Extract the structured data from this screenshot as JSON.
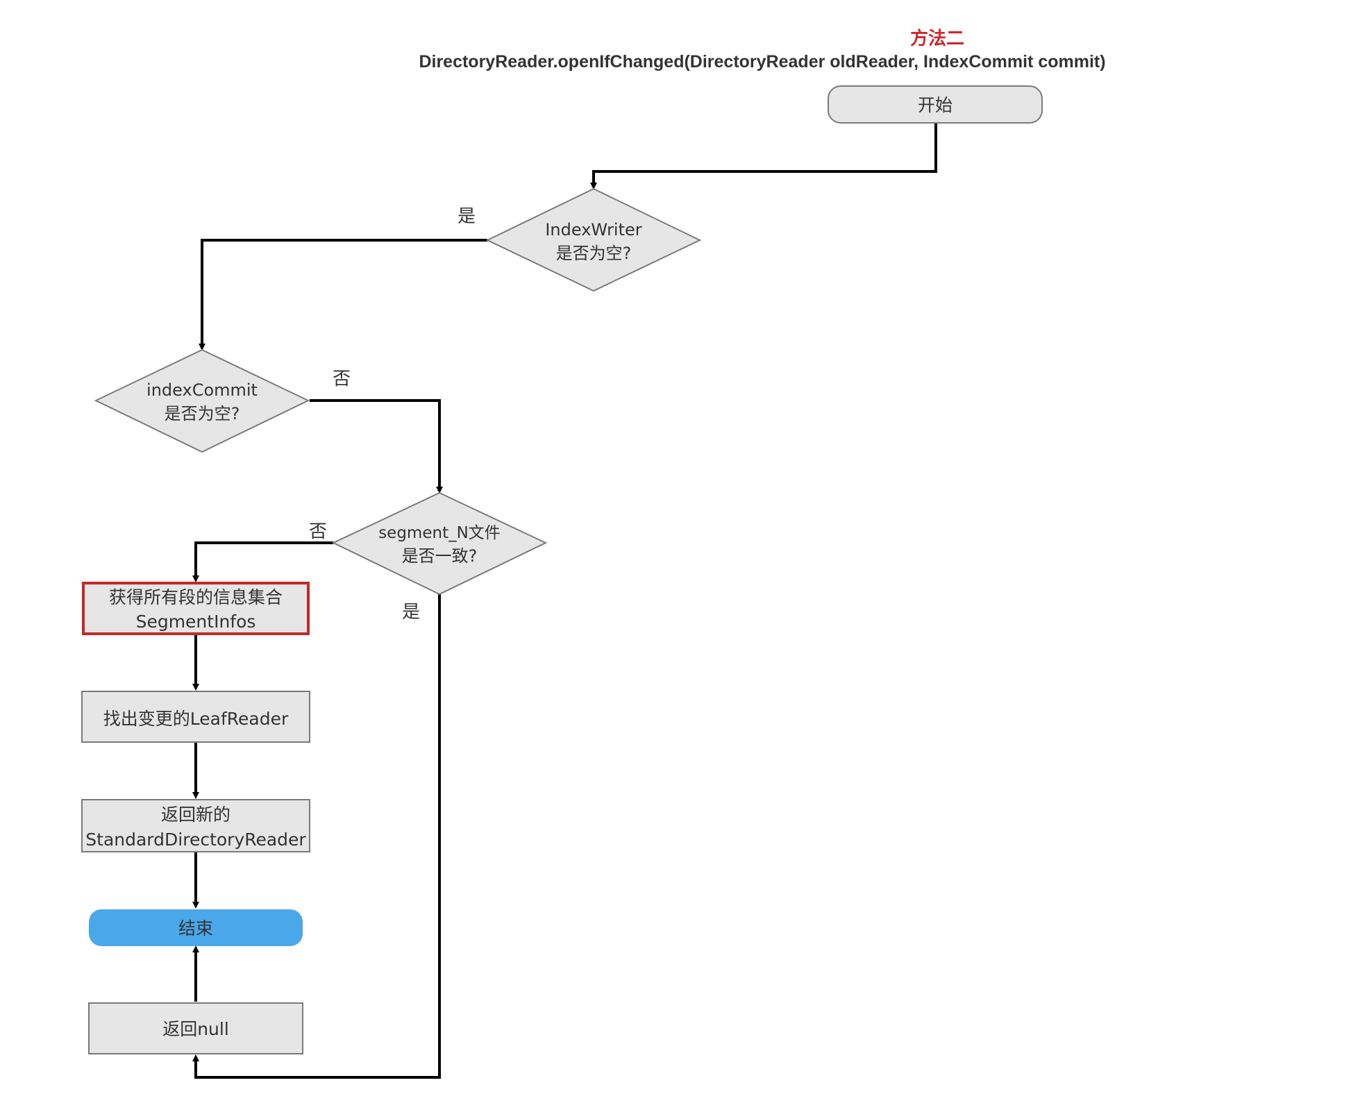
{
  "colors": {
    "title_red": "#d0262a",
    "node_fill": "#e6e6e6",
    "node_stroke": "#7a7a7a",
    "highlight_stroke": "#c62828",
    "end_fill": "#4aa7e9",
    "line": "#000000"
  },
  "title": {
    "method": "方法二",
    "signature": "DirectoryReader.openIfChanged(DirectoryReader oldReader, IndexCommit commit)"
  },
  "nodes": {
    "start": "开始",
    "check_writer_line1": "IndexWriter",
    "check_writer_line2": "是否为空?",
    "check_commit_line1": "indexCommit",
    "check_commit_line2": "是否为空?",
    "check_segment_line1": "segment_N文件",
    "check_segment_line2": "是否一致?",
    "get_infos_line1": "获得所有段的信息集合",
    "get_infos_line2": "SegmentInfos",
    "find_changed": "找出变更的LeafReader",
    "return_new_line1": "返回新的",
    "return_new_line2": "StandardDirectoryReader",
    "end": "结束",
    "return_null": "返回null"
  },
  "edges": {
    "writer_yes": "是",
    "commit_no": "否",
    "segment_no": "否",
    "segment_yes": "是"
  }
}
